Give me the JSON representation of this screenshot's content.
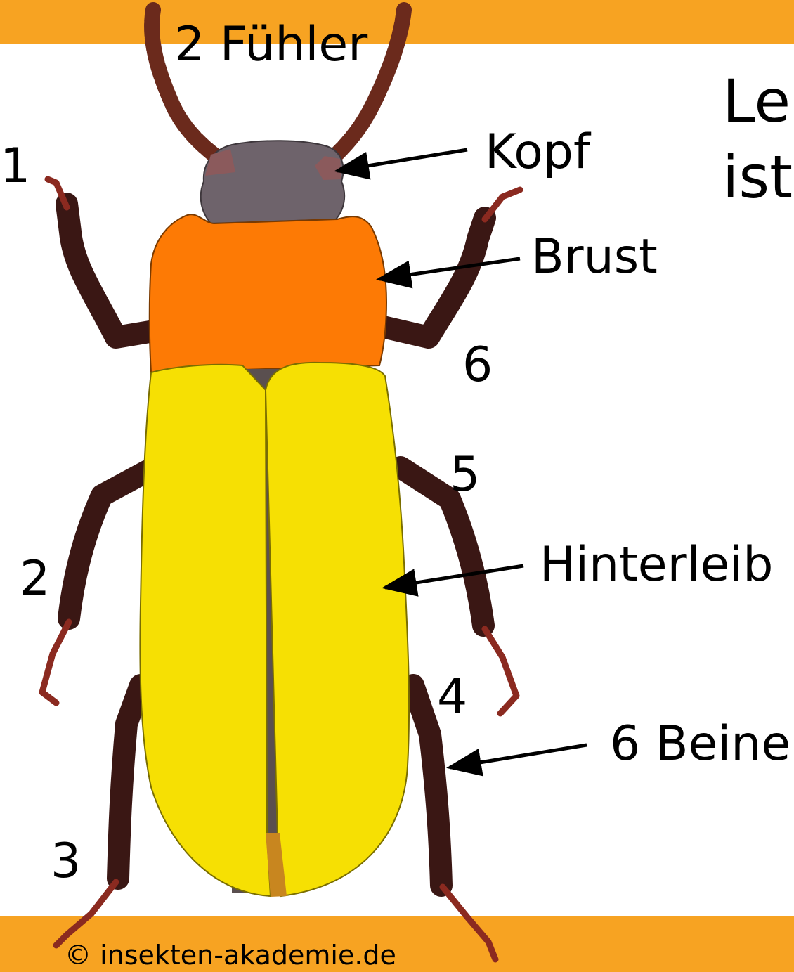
{
  "title_line1": "Le",
  "title_line2": "ist",
  "labels": {
    "antennae": "2 Fühler",
    "head": "Kopf",
    "thorax": "Brust",
    "abdomen": "Hinterleib",
    "legs": "6 Beine"
  },
  "leg_numbers": [
    "1",
    "2",
    "3",
    "4",
    "5",
    "6"
  ],
  "copyright": "© insekten-akademie.de",
  "colors": {
    "band": "#f7a322",
    "head": "#6e636b",
    "thorax": "#fd7a05",
    "elytra": "#f6e003",
    "legs": "#3a1714",
    "antennae": "#6b2a1c",
    "claws": "#8b2a20"
  }
}
